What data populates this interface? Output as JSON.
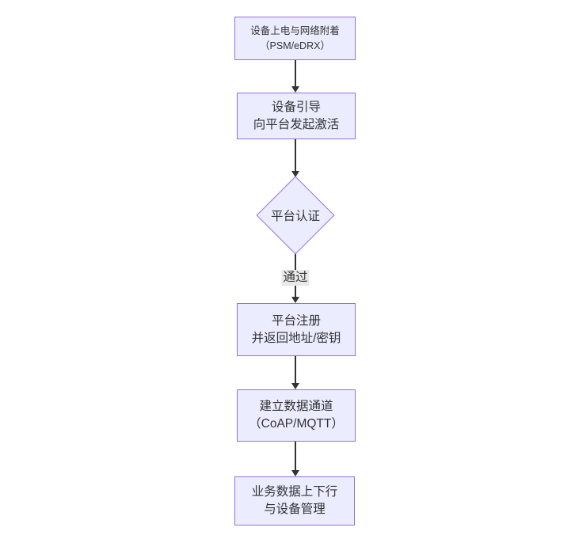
{
  "diagram": {
    "type": "flowchart",
    "direction": "top-down",
    "nodes": [
      {
        "id": "A",
        "shape": "rect",
        "lines": [
          "设备上电与网络附着",
          "（PSM/eDRX）"
        ]
      },
      {
        "id": "B",
        "shape": "rect",
        "lines": [
          "设备引导",
          "向平台发起激活"
        ]
      },
      {
        "id": "C",
        "shape": "diamond",
        "lines": [
          "平台认证"
        ]
      },
      {
        "id": "D",
        "shape": "rect",
        "lines": [
          "平台注册",
          "并返回地址/密钥"
        ]
      },
      {
        "id": "E",
        "shape": "rect",
        "lines": [
          "建立数据通道",
          "（CoAP/MQTT）"
        ]
      },
      {
        "id": "F",
        "shape": "rect",
        "lines": [
          "业务数据上下行",
          "与设备管理"
        ]
      }
    ],
    "edges": [
      {
        "from": "A",
        "to": "B",
        "label": ""
      },
      {
        "from": "B",
        "to": "C",
        "label": ""
      },
      {
        "from": "C",
        "to": "D",
        "label": "通过"
      },
      {
        "from": "D",
        "to": "E",
        "label": ""
      },
      {
        "from": "E",
        "to": "F",
        "label": ""
      }
    ],
    "colors": {
      "node_fill": "#ECECFF",
      "node_border": "#9370DB",
      "text": "#333333",
      "arrow": "#333333",
      "edge_label_bg": "#e8e8e8",
      "background": "#ffffff"
    }
  }
}
